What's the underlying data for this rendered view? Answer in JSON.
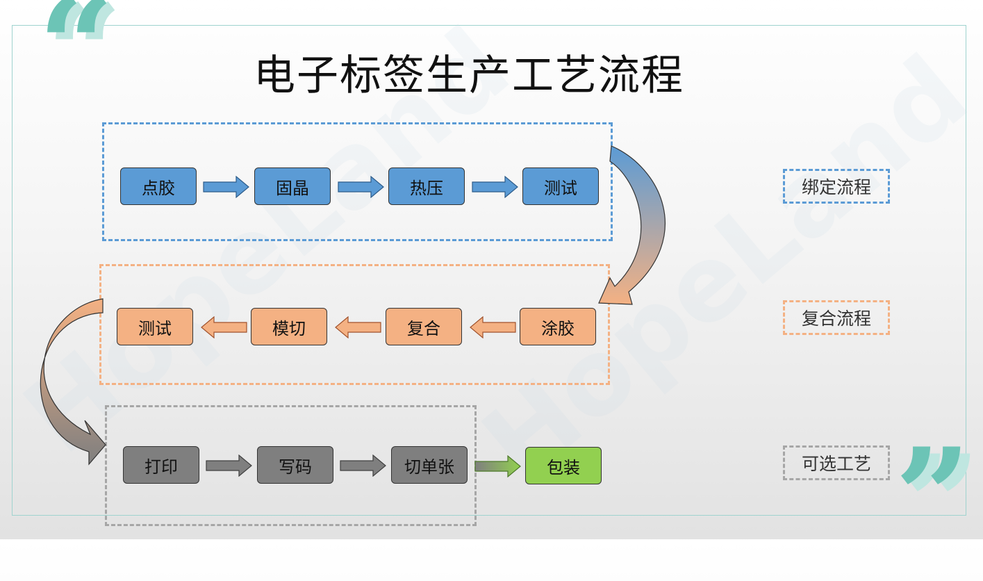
{
  "title": "电子标签生产工艺流程",
  "watermark": "HopeLand",
  "colors": {
    "blue": "#5b9bd5",
    "orange": "#f4b183",
    "gray": "#7f7f7f",
    "green": "#92d050",
    "teal": "#6cc4b6"
  },
  "groups": [
    {
      "label": "绑定流程",
      "color": "#5b9bd5",
      "steps": [
        "点胶",
        "固晶",
        "热压",
        "测试"
      ]
    },
    {
      "label": "复合流程",
      "color": "#f4b183",
      "steps": [
        "涂胶",
        "复合",
        "模切",
        "测试"
      ]
    },
    {
      "label": "可选工艺",
      "color": "#a6a6a6",
      "steps": [
        "打印",
        "写码",
        "切单张"
      ]
    }
  ],
  "final_step": "包装"
}
